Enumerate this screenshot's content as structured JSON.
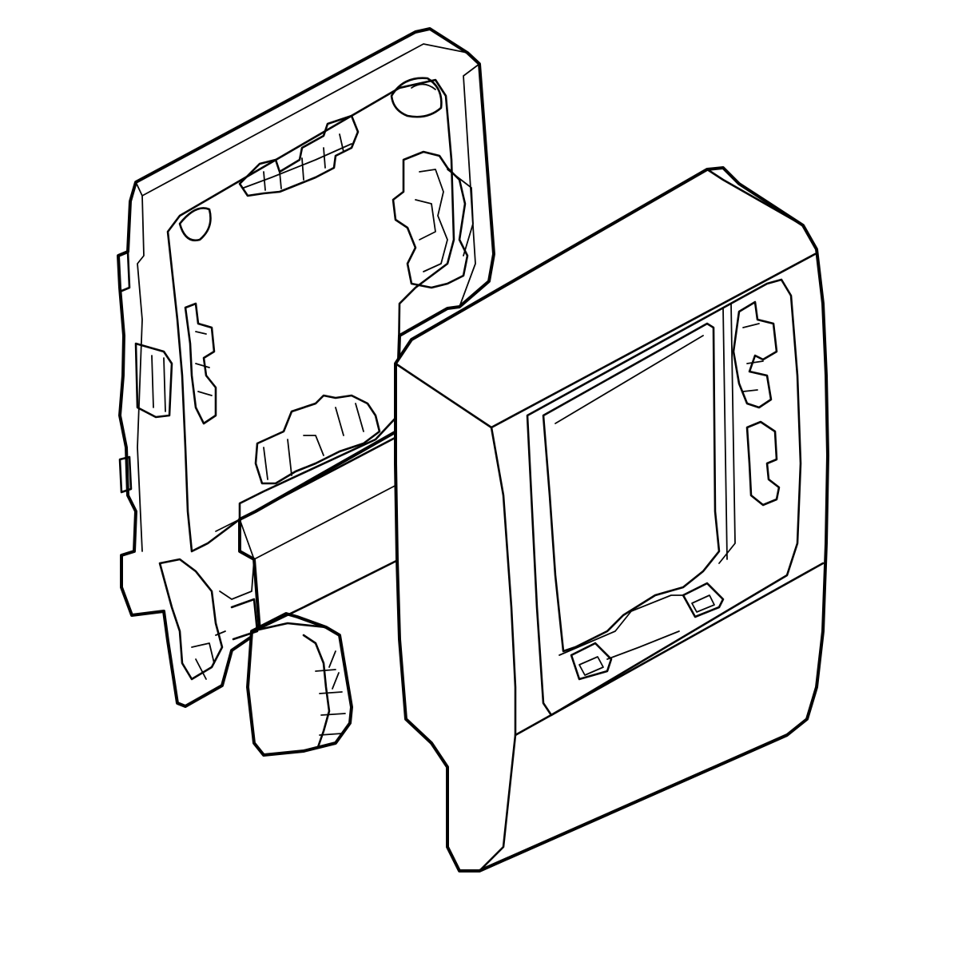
{
  "drawing": {
    "stroke_color": "#000000",
    "background_color": "#ffffff",
    "parts": [
      "mounting-frame",
      "center-clip",
      "cover-plate"
    ]
  }
}
